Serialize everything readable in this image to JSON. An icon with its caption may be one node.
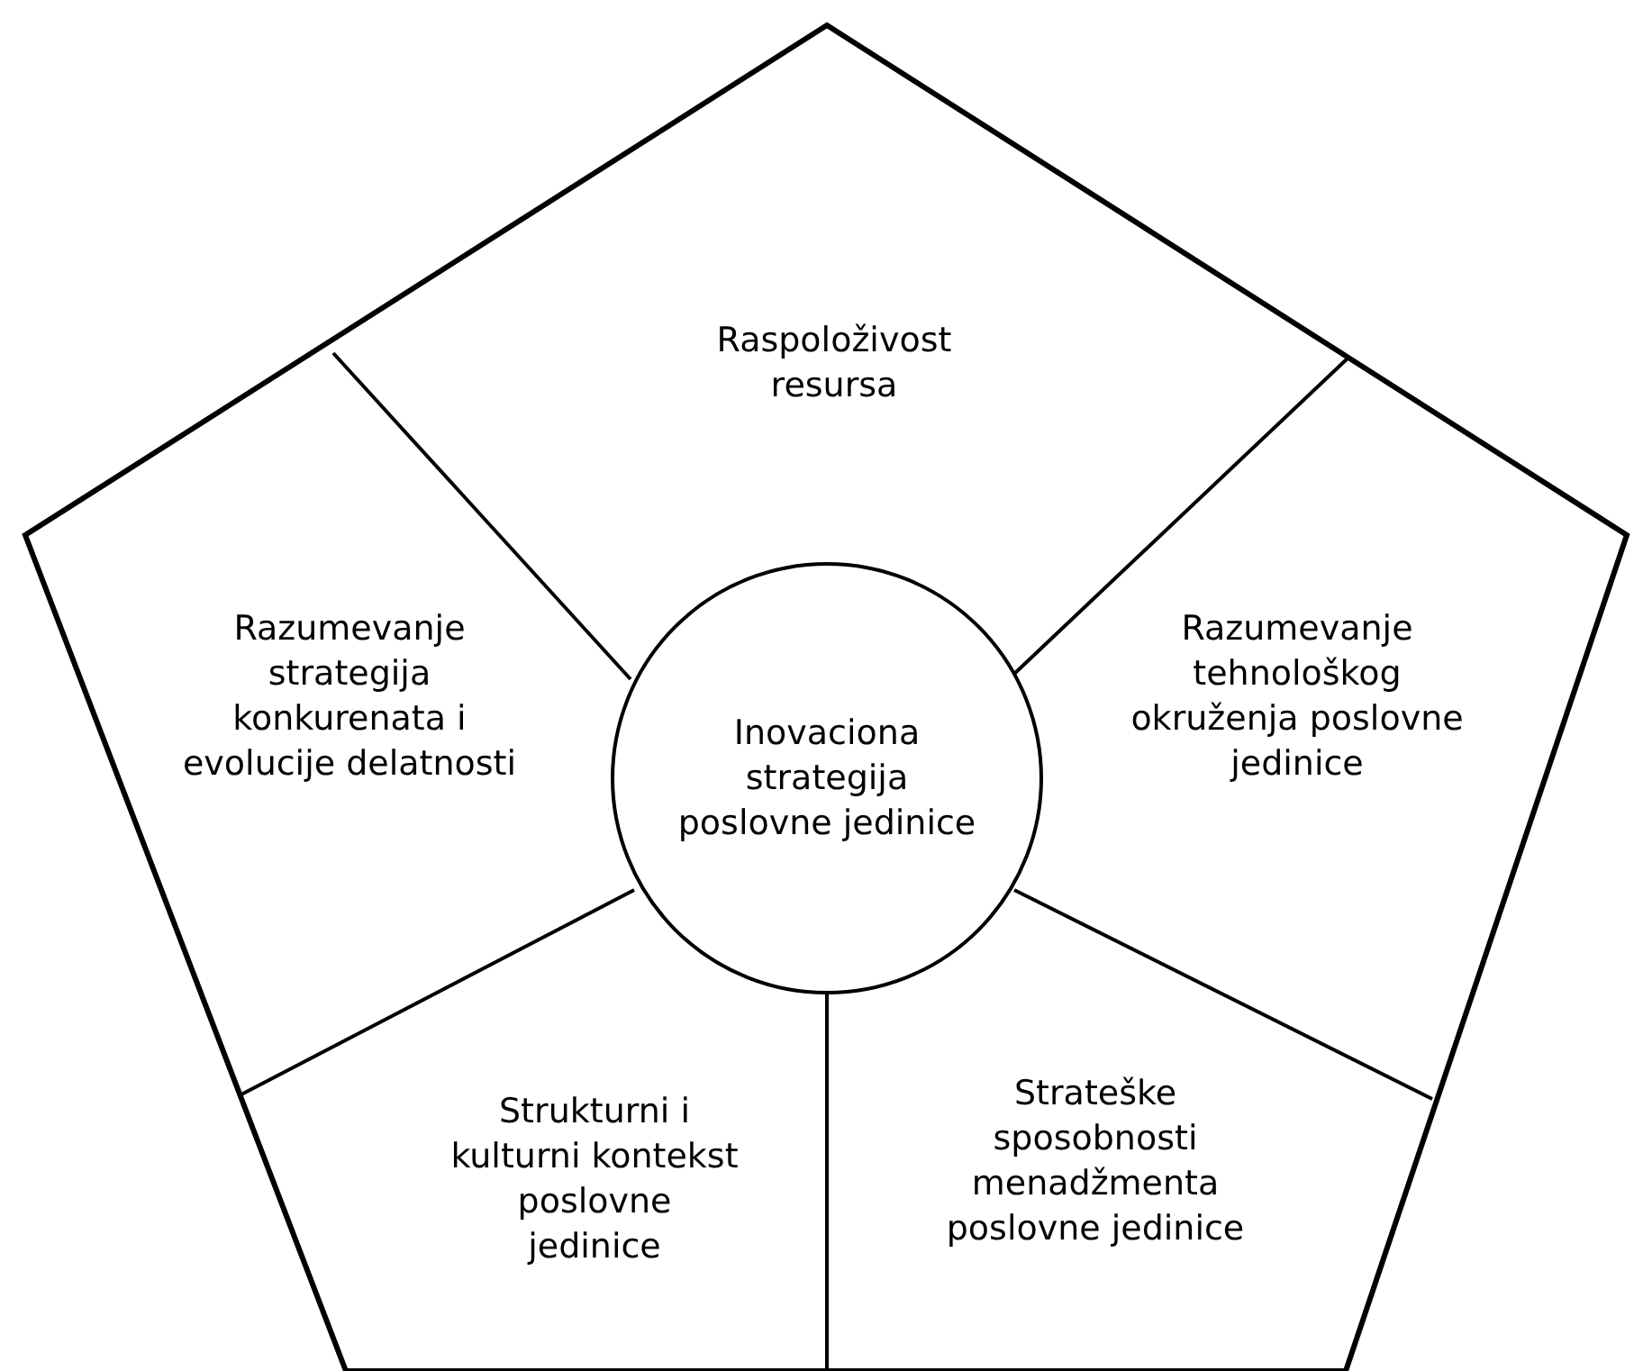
{
  "diagram": {
    "nodes": [
      {
        "text": [
          "Raspoloživost resursa"
        ]
      },
      {
        "text": [
          "Razumevanje strategija konkurenata i evolucije delatnosti"
        ]
      },
      {
        "text": [
          "Inovaciona strategija poslovne jedinice"
        ]
      },
      {
        "text": [
          "Razumevanje tehnološkog okruženja poslovne jedinice"
        ]
      },
      {
        "text": [
          "Strukturni i kulturni kontekst poslovne jedinice"
        ]
      },
      {
        "text": [
          "Strateške sposobnosti menadžmenta poslovne jedinice"
        ]
      }
    ]
  }
}
